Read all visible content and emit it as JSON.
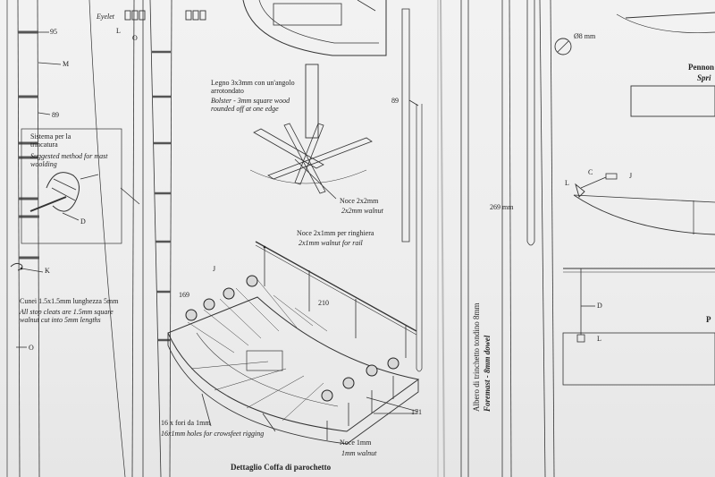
{
  "labels": {
    "eyelet": "Eyelet",
    "l_top": "L",
    "o_top": "O",
    "n95": "95",
    "m": "M",
    "n89_left": "89",
    "sistema_it": "Sistema per la trincatura",
    "sistema_en": "Suggested method for mast woolding",
    "d_left": "D",
    "k": "K",
    "tacchetti_it": "Cunei 1.5x1.5mm lunghezza 5mm",
    "tacchetti_en": "All stop cleats are 1.5mm square walnut cut into 5mm lengths",
    "o_bottom": "O",
    "legno_it": "Legno 3x3mm con un'angolo arrotondato",
    "legno_en": "Bolster - 3mm square wood rounded off at one edge",
    "noce_2x2_it": "Noce 2x2mm",
    "noce_2x2_en": "2x2mm walnut",
    "noce_rail_it": "Noce 2x1mm per ringhiera",
    "noce_rail_en": "2x1mm walnut for rail",
    "j_mid": "J",
    "n169": "169",
    "n210": "210",
    "fori_it": "16 x fori da 1mm",
    "fori_en": "16x1mm holes for crowsfeet rigging",
    "noce_1_it": "Noce 1mm",
    "noce_1_en": "1mm walnut",
    "n171": "171",
    "dettaglio": "Dettaglio Coffa di parochetto",
    "n89_mid": "89",
    "n269": "269 mm",
    "albero_it": "Albero di trinchetto tondino 8mm",
    "albero_en": "Foremast - 8mm dowel",
    "diam8": "Ø8 mm",
    "pennon": "Pennon",
    "spri": "Spri",
    "c": "C",
    "l_right": "L",
    "j_right": "J",
    "d_right": "D",
    "l_right2": "L",
    "p_edge": "P"
  }
}
